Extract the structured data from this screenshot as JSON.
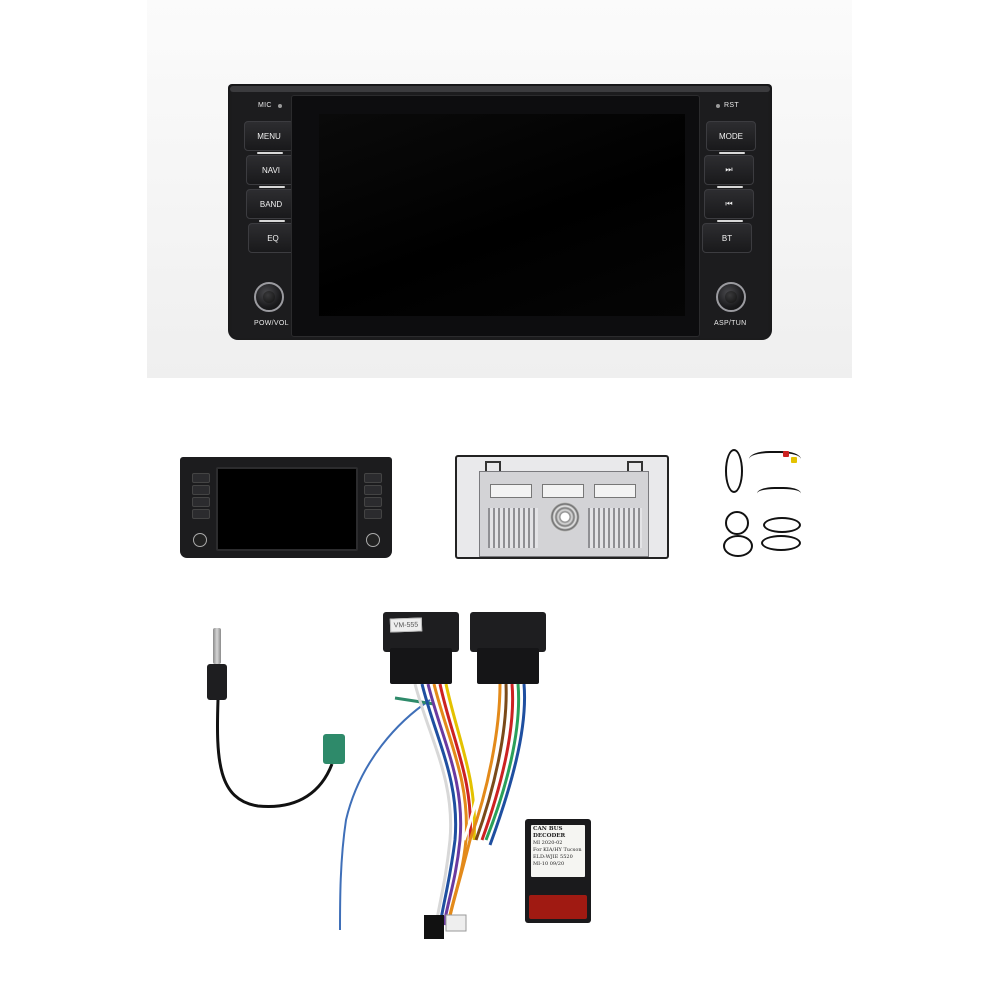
{
  "head_unit": {
    "mic_label": "MIC",
    "rst_label": "RST",
    "left_buttons": [
      "MENU",
      "NAVI",
      "BAND",
      "EQ"
    ],
    "right_buttons": [
      "MODE",
      "⏭",
      "⏮",
      "BT"
    ],
    "left_knob_label": "POW/VOL",
    "right_knob_label": "ASP/TUN"
  },
  "harness": {
    "connector_tag": "VM-555"
  },
  "decoder": {
    "title": "CAN BUS DECODER",
    "line1": "MI  2020-02",
    "line2": "For KIA/HY Tucson",
    "line3": "ELD:WJIE 5520",
    "line4": "MI-10          09/20"
  },
  "colors": {
    "unit_body": "#1c1c1e",
    "screen": "#000000",
    "antenna_connector": "#2e8a6a",
    "decoder_cap": "#a01a12"
  }
}
